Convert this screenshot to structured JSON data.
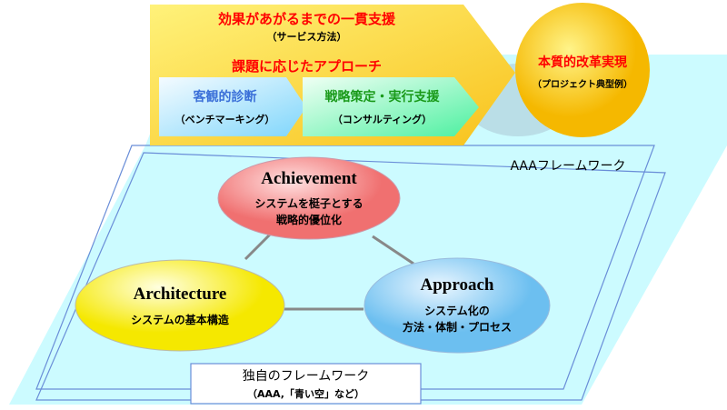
{
  "service": {
    "title": "効果があがるまでの一貫支援",
    "subtitle": "（サービス方法）",
    "approach_title": "課題に応じたアプローチ",
    "diagnosis": {
      "title": "客観的診断",
      "subtitle": "（ベンチマーキング）"
    },
    "consulting": {
      "title": "戦略策定・実行支援",
      "subtitle": "（コンサルティング）"
    }
  },
  "goal": {
    "title": "本質的改革実現",
    "subtitle": "（プロジェクト典型例）"
  },
  "framework": {
    "label": "AAAフレームワーク",
    "achievement": {
      "title": "Achievement",
      "line1": "システムを梃子とする",
      "line2": "戦略的優位化"
    },
    "architecture": {
      "title": "Architecture",
      "line1": "システムの基本構造"
    },
    "approach": {
      "title": "Approach",
      "line1": "システム化の",
      "line2": "方法・体制・プロセス"
    }
  },
  "original": {
    "title": "独自のフレームワーク",
    "subtitle": "（AAA,「青い空」など）"
  },
  "colors": {
    "red": "#ff0000",
    "blue": "#3a6fd8",
    "green": "#1a9a1a",
    "cyan": "#ccfbff"
  }
}
